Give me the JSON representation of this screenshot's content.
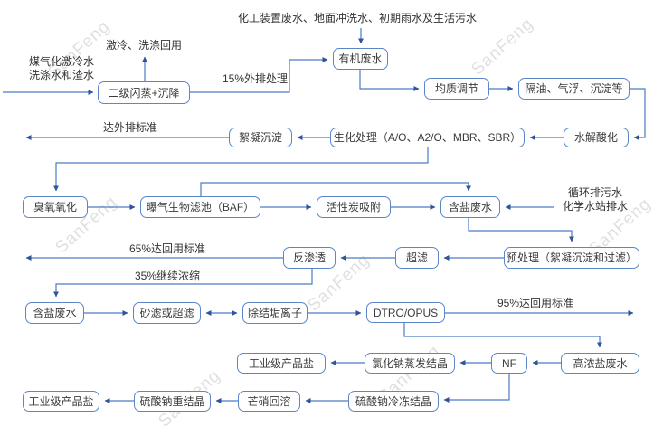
{
  "watermark": {
    "text": "SanFeng"
  },
  "colors": {
    "box_border": "#5b87c9",
    "connector": "#4a7cc7",
    "arrowhead": "#2f5597",
    "watermark": "#cccccc",
    "text": "#3b3b3b"
  },
  "sources": {
    "coal_gasification": {
      "line1": "煤气化激冷水",
      "line2": "洗涤水和渣水"
    },
    "chemical_plant": "化工装置废水、地面冲洗水、初期雨水及生活污水",
    "circulating": {
      "line1": "循环排污水",
      "line2": "化学水站排水"
    }
  },
  "nodes": {
    "flash": "二级闪蒸+沉降",
    "organic": "有机废水",
    "equalization": "均质调节",
    "oil_separation": "隔油、气浮、沉淀等",
    "hydrolysis": "水解酸化",
    "biochemical": "生化处理（A/O、A2/O、MBR、SBR）",
    "flocculation": "絮凝沉淀",
    "ozone": "臭氧氧化",
    "baf": "曝气生物滤池（BAF）",
    "activated_carbon": "活性炭吸附",
    "saline_water_1": "含盐废水",
    "pretreatment": "预处理（絮凝沉淀和过滤）",
    "ultrafiltration": "超滤",
    "reverse_osmosis": "反渗透",
    "saline_water_2": "含盐废水",
    "sand_filter": "砂滤或超滤",
    "descaling": "除结垢离子",
    "dtro_opus": "DTRO/OPUS",
    "high_salt": "高浓盐废水",
    "nf": "NF",
    "nacl_crystallization": "氯化钠蒸发结晶",
    "industrial_salt_1": "工业级产品盐",
    "sodium_sulfate_cold": "硫酸钠冷冻结晶",
    "mirabilite_redissolve": "芒硝回溶",
    "sodium_sulfate_recryst": "硫酸钠重结晶",
    "industrial_salt_2": "工业级产品盐"
  },
  "edge_labels": {
    "quench_wash_reuse": "激冷、洗涤回用",
    "outflow_15": "15%外排处理",
    "discharge_standard": "达外排标准",
    "reuse_65": "65%达回用标准",
    "concentrate_35": "35%继续浓缩",
    "reuse_95": "95%达回用标准"
  }
}
